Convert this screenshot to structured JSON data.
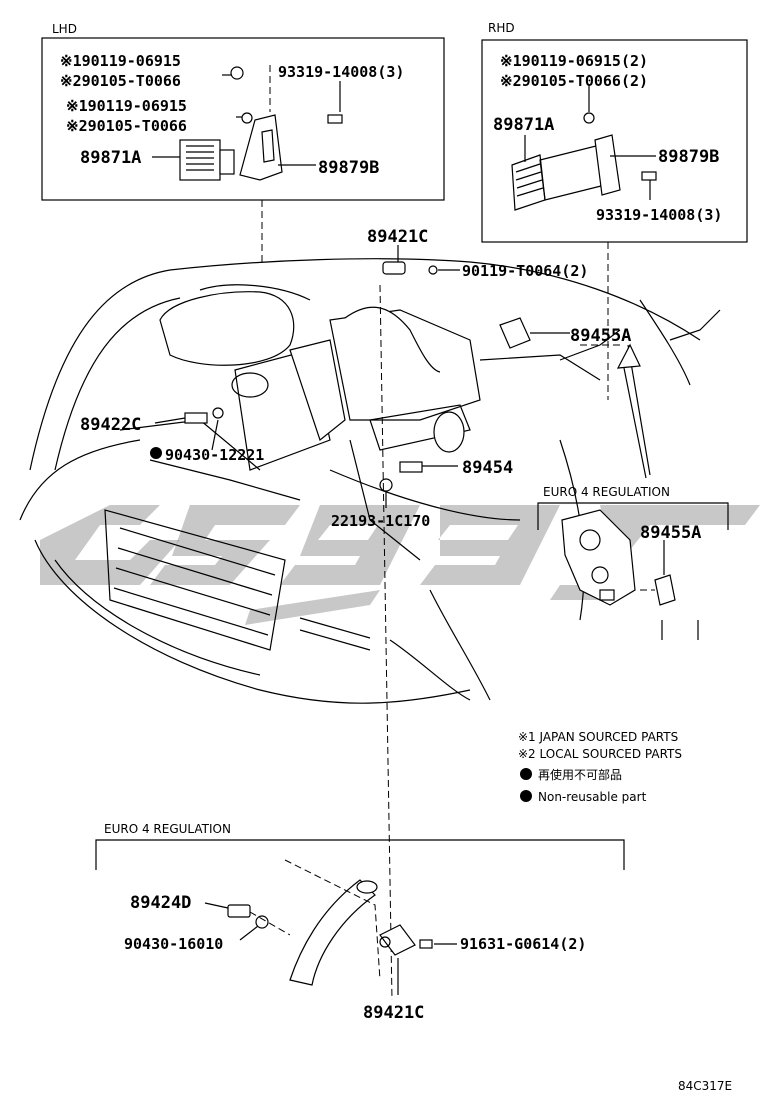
{
  "boxes": {
    "lhd": "LHD",
    "rhd": "RHD",
    "euro4_top": "EURO 4 REGULATION",
    "euro4_bottom": "EURO 4 REGULATION"
  },
  "lhd_labels": {
    "bolt_a1": "※190119-06915",
    "bolt_a2": "※290105-T0066",
    "screw": "93319-14008(3)",
    "bolt_b1": "※190119-06915",
    "bolt_b2": "※290105-T0066",
    "ecu": "89871A",
    "bracket": "89879B"
  },
  "rhd_labels": {
    "bolt_1": "※190119-06915(2)",
    "bolt_2": "※290105-T0066(2)",
    "ecu": "89871A",
    "bracket": "89879B",
    "screw": "93319-14008(3)"
  },
  "engine_labels": {
    "sensor_top": "89421C",
    "bolt_top": "90119-T0064(2)",
    "map_sensor": "89455A",
    "knock_sensor": "89422C",
    "gasket": "90430-12221",
    "temp_sensor": "89454",
    "oring": "22193-1C170"
  },
  "euro4_top_labels": {
    "map_sensor": "89455A"
  },
  "legend": {
    "note1": "※1 JAPAN SOURCED PARTS",
    "note2": "※2 LOCAL SOURCED PARTS",
    "nonreusable_jp": "再使用不可部品",
    "nonreusable_en": "Non-reusable part"
  },
  "bottom_labels": {
    "sensor": "89424D",
    "gasket": "90430-16010",
    "bolt": "91631-G0614(2)",
    "cam_sensor": "89421C"
  },
  "footer": {
    "code": "84C317E"
  }
}
